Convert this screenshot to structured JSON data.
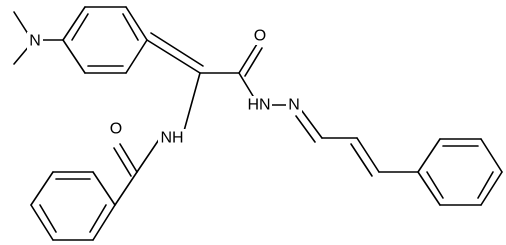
{
  "molecule": {
    "atom_labels": {
      "dimethylamino_n": "N",
      "carbonyl_o_top": "O",
      "hydrazide_nh": "HN",
      "imine_n": "N",
      "amide_nh": "NH",
      "benzoyl_o": "O"
    }
  },
  "colors": {
    "bond": "#000000",
    "label": "#000000",
    "background": "#ffffff"
  }
}
